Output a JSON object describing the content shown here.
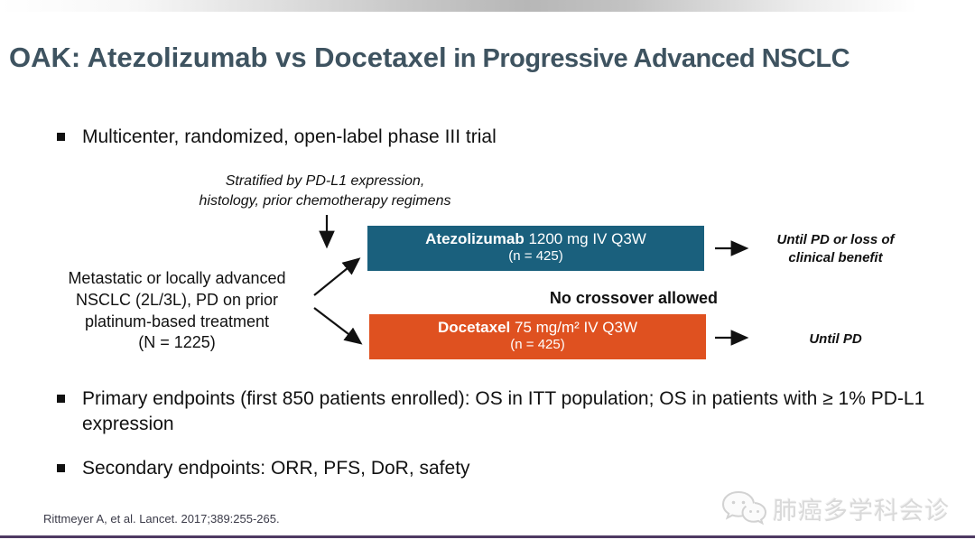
{
  "slide": {
    "title": {
      "part1": "OAK: Atezolizumab vs Docetaxel",
      "part2": " in Progressive Advanced NSCLC"
    },
    "bullets": {
      "trial_design": "Multicenter, randomized, open-label phase III trial",
      "primary_endpoints": "Primary endpoints (first 850 patients enrolled): OS in ITT population; OS in patients with ≥ 1% PD-L1 expression",
      "secondary_endpoints": "Secondary endpoints: ORR, PFS, DoR, safety"
    },
    "diagram": {
      "stratification": {
        "line1": "Stratified by PD-L1 expression,",
        "line2": "histology, prior chemotherapy regimens"
      },
      "population": {
        "line1": "Metastatic or locally advanced",
        "line2": "NSCLC (2L/3L), PD on prior",
        "line3": "platinum-based treatment",
        "line4": "(N = 1225)"
      },
      "no_crossover": "No crossover allowed",
      "arm1": {
        "drug": "Atezolizumab",
        "dose": " 1200 mg IV Q3W",
        "n": "(n = 425)",
        "box_color": "#1a607d",
        "outcome_line1": "Until PD or loss of",
        "outcome_line2": "clinical benefit"
      },
      "arm2": {
        "drug": "Docetaxel",
        "dose": " 75 mg/m² IV Q3W",
        "n": "(n = 425)",
        "box_color": "#df5120",
        "outcome_line1": "Until PD"
      }
    },
    "citation": "Rittmeyer A, et al. Lancet. 2017;389:255-265.",
    "watermark": {
      "icon": "wechat-chat-bubbles-icon",
      "text": "肺癌多学科会诊"
    },
    "colors": {
      "title_text": "#3e5360",
      "teal_box": "#1a607d",
      "orange_box": "#df5120",
      "bottom_bar": "#4e3a63",
      "top_gradient_gray": "#b7b7b7",
      "watermark_gray": "#d9d9d9"
    }
  }
}
